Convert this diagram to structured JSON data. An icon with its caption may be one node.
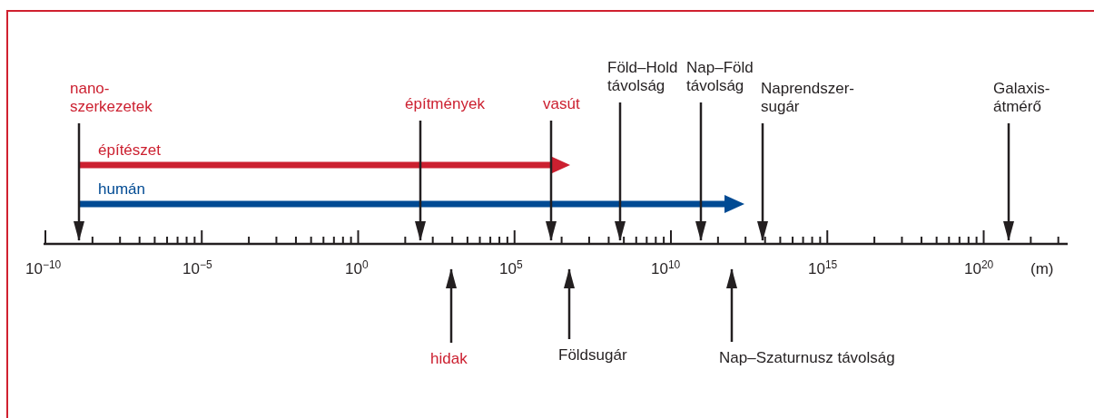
{
  "diagram": {
    "nodes": [
      {
        "text": [
          "nano-szerkezetek"
        ]
      },
      {
        "text": [
          "építmények"
        ]
      },
      {
        "text": [
          "vasút"
        ]
      },
      {
        "text": [
          "Föld–Hold távolság"
        ]
      },
      {
        "text": [
          "Nap–Föld távolság"
        ]
      },
      {
        "text": [
          "Naprendszer-sugár"
        ]
      },
      {
        "text": [
          "Galaxis-átmérő"
        ]
      },
      {
        "text": [
          "hidak"
        ]
      },
      {
        "text": [
          "Földsugár"
        ]
      },
      {
        "text": [
          "Nap–Szaturnusz távolság"
        ]
      }
    ],
    "edges": [
      {
        "from": 0,
        "to": null,
        "arrow": "to"
      },
      {
        "from": 1,
        "to": null,
        "arrow": "to"
      },
      {
        "from": 2,
        "to": null,
        "arrow": "to"
      },
      {
        "from": 3,
        "to": null,
        "arrow": "to"
      },
      {
        "from": 4,
        "to": null,
        "arrow": "to"
      },
      {
        "from": 5,
        "to": null,
        "arrow": "to"
      },
      {
        "from": 6,
        "to": null,
        "arrow": "to"
      },
      {
        "from": 7,
        "to": null,
        "arrow": "to"
      },
      {
        "from": 8,
        "to": null,
        "arrow": "to"
      },
      {
        "from": 9,
        "to": null,
        "arrow": "to"
      }
    ],
    "labels": [
      "építészet",
      "humán",
      "10$^{−10}$",
      "10$^{−5}$",
      "10$^{0}$",
      "10$^{5}$",
      "10$^{10}$",
      "10$^{15}$",
      "10$^{20}$",
      "(m)"
    ]
  }
}
